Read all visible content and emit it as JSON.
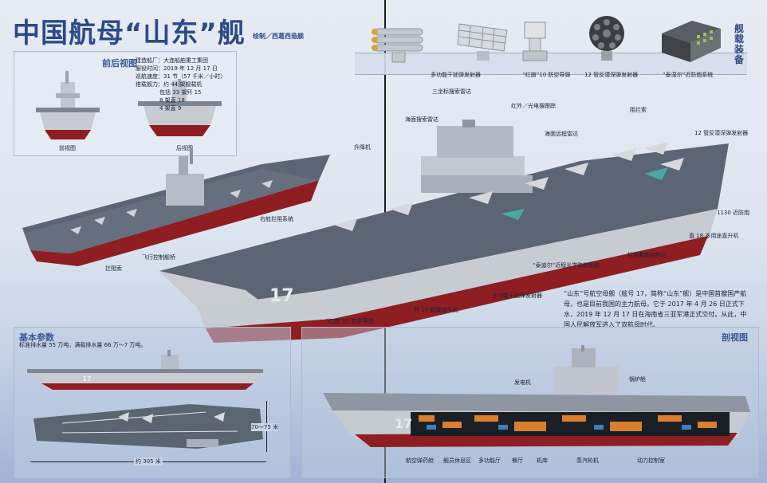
{
  "header": {
    "title": "中国航母“山东”舰",
    "credit": "绘制／西葛西造舰"
  },
  "front_rear_view": {
    "title": "前后视图",
    "front_label": "前视图",
    "rear_label": "后视图"
  },
  "specs": {
    "lines": [
      "建造船厂：大连船舶重工集团",
      "服役时间：2019 年 12 月 17 日",
      "巡航速度：31 节（57 千米／小时）",
      "搭载舰力：约 44 架舰载机",
      "包括 33 架歼 15",
      "8 架直 18",
      "4 架直 9"
    ]
  },
  "armament": {
    "vertical_title": "舰载装备",
    "items": [
      {
        "label": "多功能干扰弹发射器",
        "icon": "decoy-launcher-icon"
      },
      {
        "label": "“红旗”10 防空导弹",
        "icon": "missile-launcher-icon"
      },
      {
        "label": "12 管反潜深弹发射器",
        "icon": "asw-rocket-icon"
      },
      {
        "label": "“泰湿尔”近防炮系统",
        "icon": "ciws-icon"
      }
    ]
  },
  "left_callouts": {
    "lift": "升降机",
    "flight_ctrl": "飞行控制舰桥",
    "arresting": "拦阻索",
    "arresting2": "右舷拦阻系统"
  },
  "main_callouts": {
    "sea_radar": "海面搜索雷达",
    "radar_3d": "三坐标搜索雷达",
    "ir_tracker": "红外／光电搜跟踪",
    "air_radar": "海面远程雷达",
    "lift": "升降机",
    "arrest_gear": "阻拦索",
    "asw12": "12 管反潜深弹发射器",
    "j15": "歼 15 舰载战斗机",
    "hq10": "“红旗”10 防空导弹",
    "decoy": "多功能干扰弹发射器",
    "ciws": "“泰迪尔”近程光学防御系统",
    "hangar_ctrl": "拦阻着舰控制台",
    "z18": "直 18 多用途直升机",
    "radar1130": "1130 近防炮"
  },
  "description": {
    "text": "“山东”号航空母舰（舷号 17，简称“山东”舰）是中国首艘国产航母，也是目前我国的主力航母。它于 2017 年 4 月 26 日正式下水，2019 年 12 月 17 日在海南省三亚军港正式交付。从此，中国人民解放军进入了双航母时代。"
  },
  "basic_params": {
    "title": "基本参数",
    "line": "标准排水量 55 万吨，满载排水量 66 万～7 万吨。",
    "length": "约 305 米",
    "width": "70～75 米"
  },
  "section_view": {
    "title": "剖视图",
    "top_callouts": [
      {
        "label": "发电机"
      },
      {
        "label": "锅炉舱"
      }
    ],
    "bottom_callouts": [
      {
        "label": "航空弹药舱"
      },
      {
        "label": "舰员休息区"
      },
      {
        "label": "多功能厅"
      },
      {
        "label": "餐厅"
      },
      {
        "label": "机库"
      },
      {
        "label": "蒸汽轮机"
      },
      {
        "label": "动力控制室"
      }
    ]
  },
  "hull_number": "17"
}
